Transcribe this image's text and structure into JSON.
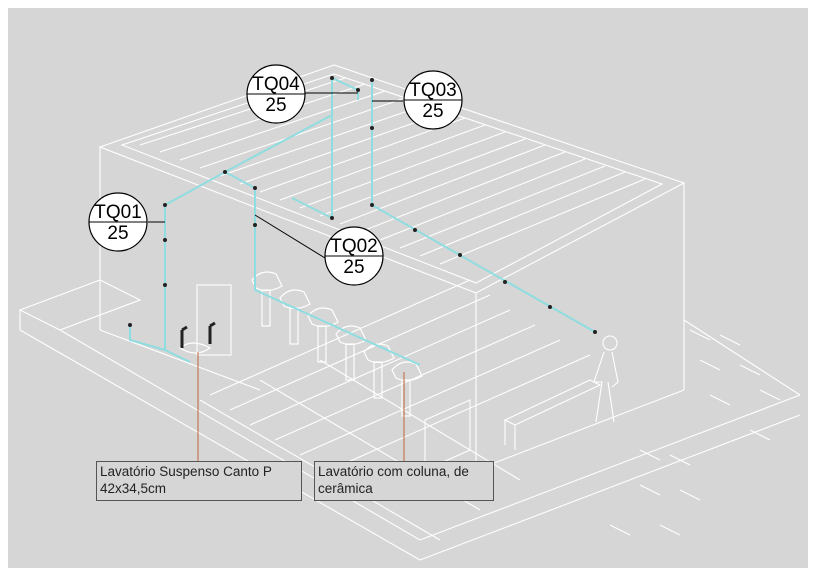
{
  "tags": [
    {
      "id": "TQ04",
      "value": "25"
    },
    {
      "id": "TQ03",
      "value": "25"
    },
    {
      "id": "TQ01",
      "value": "25"
    },
    {
      "id": "TQ02",
      "value": "25"
    }
  ],
  "callouts": [
    {
      "line1": "Lavatório Suspenso Canto P",
      "line2": "42x34,5cm"
    },
    {
      "line1": "Lavatório com coluna, de",
      "line2": "cerâmica"
    }
  ],
  "colors": {
    "background": "#d6d6d6",
    "outline": "#ffffff",
    "pipe": "#8fdde0",
    "leader": "#c0643c",
    "tag_fill": "#ffffff",
    "tag_stroke": "#000000"
  }
}
